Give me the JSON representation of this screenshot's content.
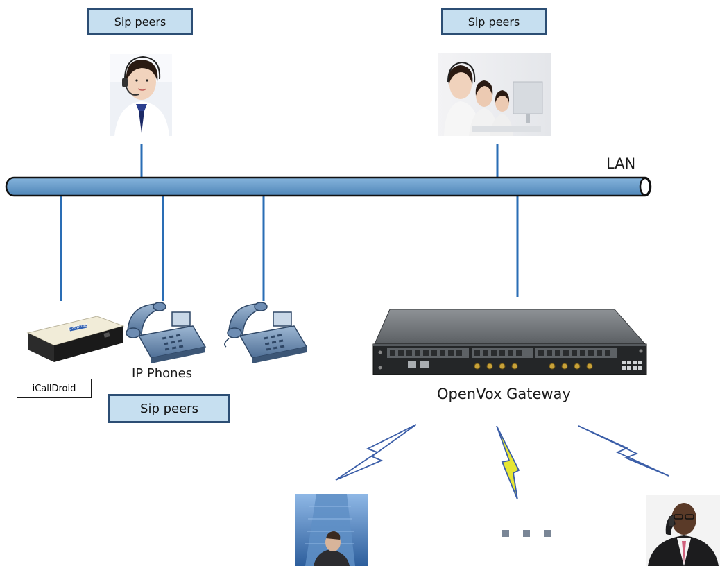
{
  "labels": {
    "sip_top_left": "Sip peers",
    "sip_top_right": "Sip peers",
    "sip_bottom": "Sip peers",
    "lan": "LAN",
    "ip_phones": "IP Phones",
    "icalldroid": "iCallDroid",
    "gateway": "OpenVox Gateway",
    "device_brand": "iCallDroid"
  },
  "colors": {
    "bus_fill": "#6b9cc8",
    "bus_stroke": "#111111",
    "link": "#2a6db5",
    "box_fill": "#c6dff0",
    "box_border": "#2c4e74",
    "wireless": "#3b5ea8",
    "wireless_mid": "#e6e633"
  },
  "icons": {
    "operator_single": "call-center-operator-icon",
    "operators_group": "call-center-team-icon",
    "device": "icalldroid-device-icon",
    "phone": "desk-ip-phone-icon",
    "gateway": "openvox-gateway-icon",
    "building_user": "mobile-user-building-icon",
    "ellipsis": "more-users-ellipsis-icon",
    "business_user": "mobile-business-user-icon"
  }
}
